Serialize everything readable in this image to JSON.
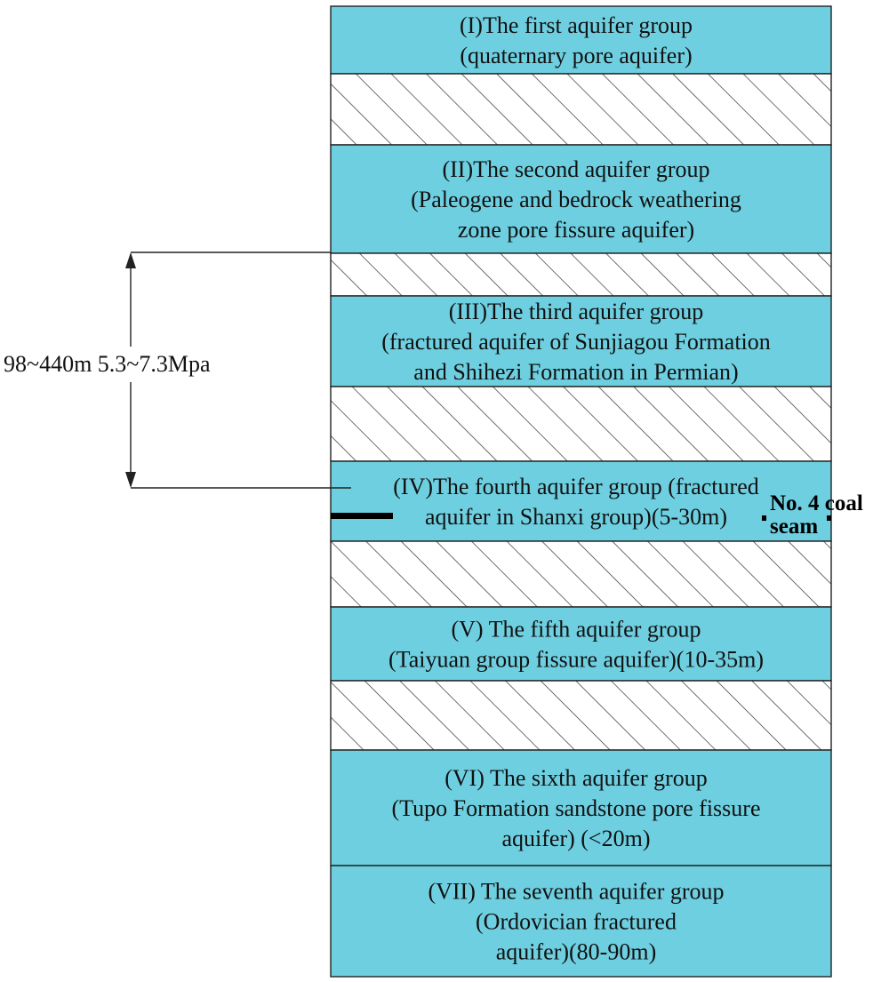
{
  "colors": {
    "aquifer_fill": "#6ecfe0",
    "aquiclude_fill": "#ffffff",
    "outline": "#222222",
    "hatch": "#333333",
    "coal_seam": "#000000"
  },
  "layers": [
    {
      "type": "aquifer",
      "lines": [
        "(I)The first aquifer group",
        "(quaternary pore aquifer)"
      ]
    },
    {
      "type": "aquiclude",
      "lines": []
    },
    {
      "type": "aquifer",
      "lines": [
        "(II)The second aquifer group",
        "(Paleogene and bedrock weathering",
        "zone pore fissure aquifer)"
      ]
    },
    {
      "type": "aquiclude",
      "lines": []
    },
    {
      "type": "aquifer",
      "lines": [
        "(III)The third aquifer group",
        "(fractured aquifer of Sunjiagou Formation",
        "and Shihezi Formation in Permian)"
      ]
    },
    {
      "type": "aquiclude",
      "lines": []
    },
    {
      "type": "aquifer",
      "lines": [
        "(IV)The fourth aquifer group (fractured",
        "aquifer in Shanxi group)(5-30m)"
      ]
    },
    {
      "type": "aquiclude",
      "lines": []
    },
    {
      "type": "aquifer",
      "lines": [
        "(V) The fifth aquifer group",
        "(Taiyuan group fissure aquifer)(10-35m)"
      ]
    },
    {
      "type": "aquiclude",
      "lines": []
    },
    {
      "type": "aquifer",
      "lines": [
        "(VI) The sixth aquifer group",
        "(Tupo Formation sandstone pore fissure",
        "aquifer) (<20m)"
      ]
    },
    {
      "type": "aquifer",
      "lines": [
        "(VII) The seventh aquifer group",
        "(Ordovician fractured",
        "aquifer)(80-90m)"
      ]
    }
  ],
  "dimension_label": "98~440m 5.3~7.3Mpa",
  "coal_seam": {
    "label_line1": "No. 4 coal",
    "label_line2": "seam"
  }
}
